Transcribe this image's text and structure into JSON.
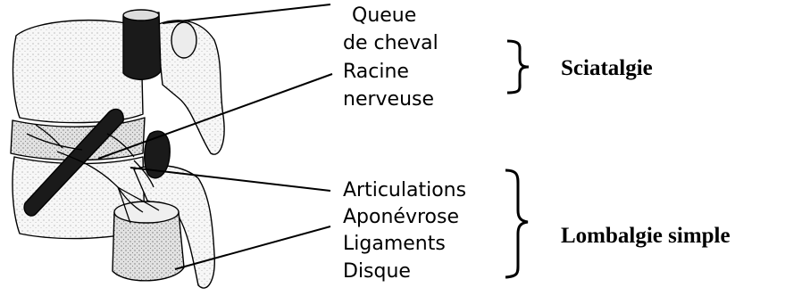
{
  "labels": {
    "queue_line1": "Queue",
    "queue_line2": "de cheval",
    "racine_line1": "Racine",
    "racine_line2": "nerveuse",
    "articulations": "Articulations",
    "aponevrose": "Aponévrose",
    "ligaments": "Ligaments",
    "disque": "Disque"
  },
  "groups": {
    "sciatalgie": "Sciatalgie",
    "lombalgie": "Lombalgie simple"
  },
  "colors": {
    "ink": "#000000",
    "bone_fill": "#f6f6f6",
    "disc_fill": "#e6e6e6",
    "nerve": "#1a1a1a"
  }
}
